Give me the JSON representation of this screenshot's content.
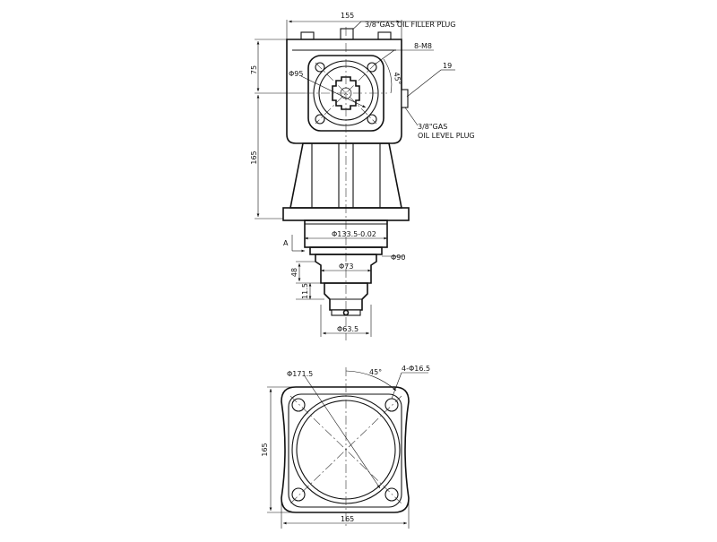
{
  "drawing": {
    "labels": {
      "filler_plug": "3/8\"GAS OIL FILLER PLUG",
      "bolts": "8-M8",
      "item_number": "19",
      "level_plug_line1": "3/8\"GAS",
      "level_plug_line2": "OIL LEVEL PLUG",
      "view_marker": "A",
      "holes": "4-Φ16.5"
    },
    "dimensions": {
      "top_width": "155",
      "flange_dia": "Φ95",
      "angle_45_top": "45°",
      "height_75": "75",
      "height_165_side": "165",
      "spigot_dia": "Φ133.5-0.02",
      "collar_dia": "Φ90",
      "hub_dia": "Φ73",
      "shaft_len_48": "48",
      "shaft_len_11_5": "11.5",
      "shaft_dia": "Φ63.5",
      "bottom_circle_dia": "Φ171.5",
      "angle_45_bottom": "45°",
      "bottom_height": "165",
      "bottom_width": "165"
    }
  }
}
